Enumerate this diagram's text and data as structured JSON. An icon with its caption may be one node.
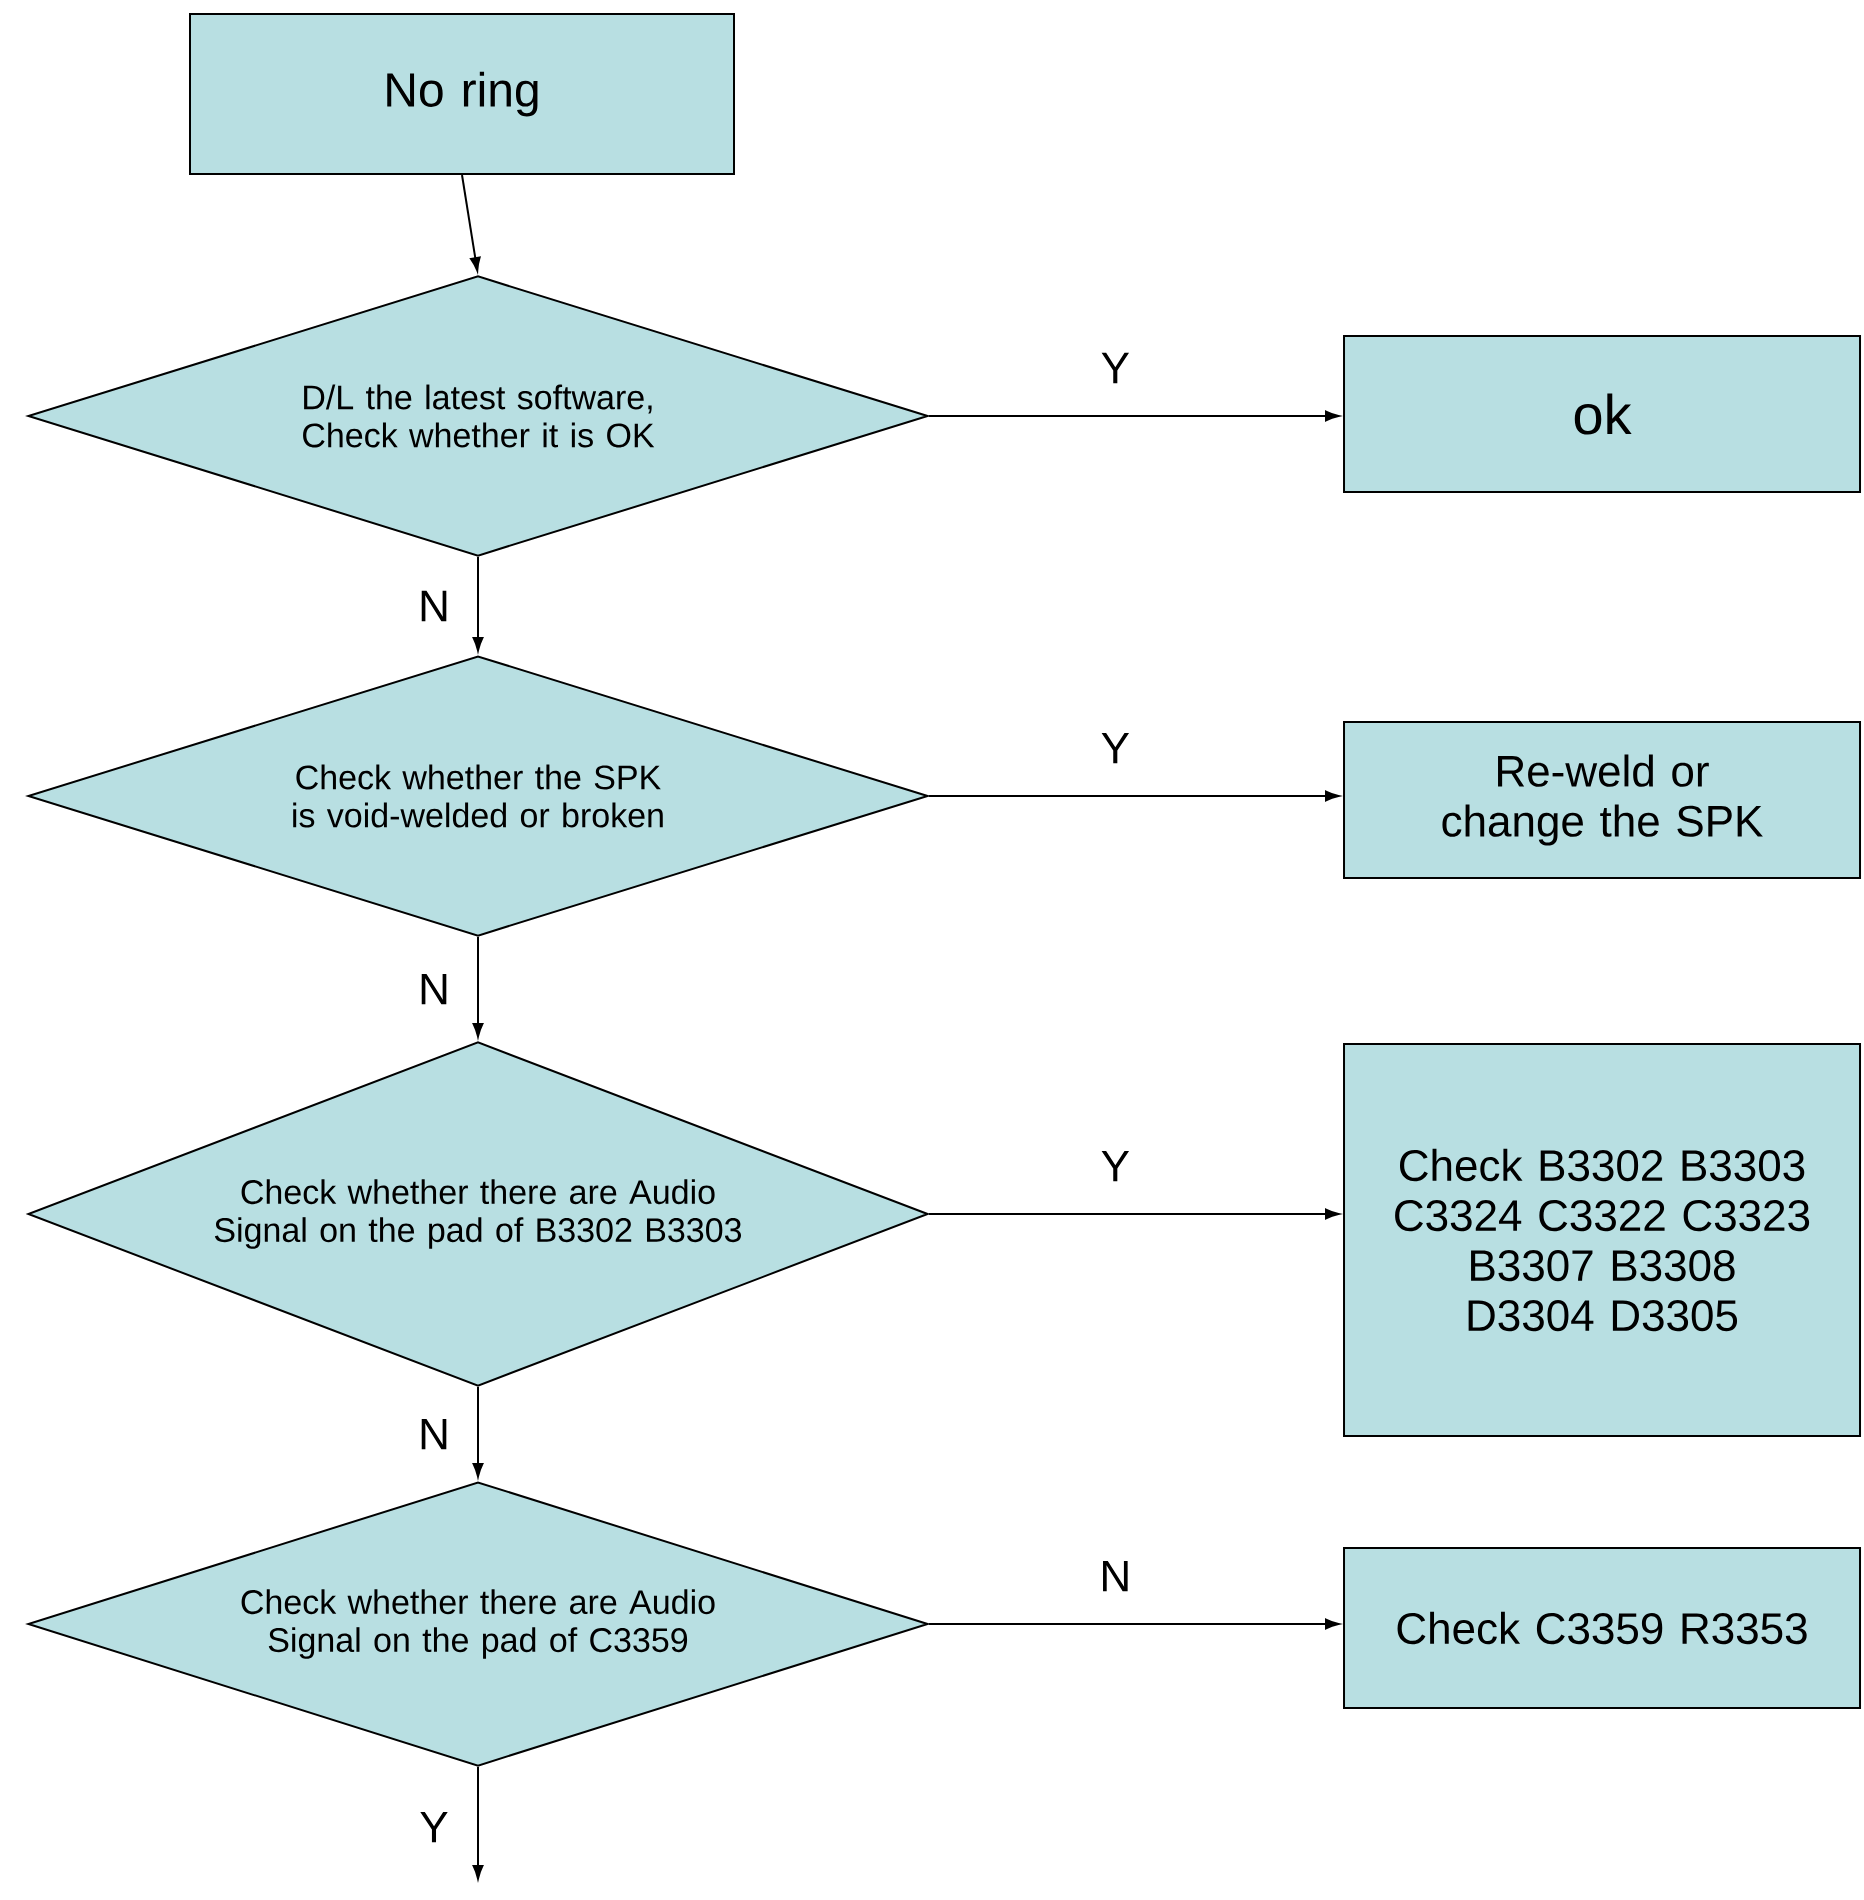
{
  "diagram": {
    "nodes": [
      {
        "text": [
          "No ring"
        ]
      },
      {
        "text": [
          "D/L the latest software, Check whether it is OK"
        ]
      },
      {
        "text": [
          "ok"
        ]
      },
      {
        "text": [
          "Check whether the SPK is void-welded or broken"
        ]
      },
      {
        "text": [
          "Re-weld or change the SPK"
        ]
      },
      {
        "text": [
          "Check whether there are Audio Signal on the pad of B3302 B3303"
        ]
      },
      {
        "text": [
          "Check B3302 B3303 C3324 C3322 C3323 B3307 B3308 D3304 D3305"
        ]
      },
      {
        "text": [
          "Check whether there are Audio Signal on the pad of C3359"
        ]
      },
      {
        "text": [
          "Check C3359 R3353"
        ]
      }
    ],
    "edges": [
      {
        "from": 0,
        "to": 1,
        "arrow": "to"
      },
      {
        "from": 1,
        "to": 2,
        "arrow": "to",
        "label": "Y"
      },
      {
        "from": 1,
        "to": 3,
        "arrow": "to",
        "label": "N"
      },
      {
        "from": 3,
        "to": 4,
        "arrow": "to",
        "label": "Y"
      },
      {
        "from": 3,
        "to": 5,
        "arrow": "to",
        "label": "N"
      },
      {
        "from": 5,
        "to": 6,
        "arrow": "to",
        "label": "Y"
      },
      {
        "from": 5,
        "to": 7,
        "arrow": "to",
        "label": "N"
      },
      {
        "from": 7,
        "to": 8,
        "arrow": "to",
        "label": "N"
      },
      {
        "from": 7,
        "to": null,
        "arrow": "to",
        "label": "Y"
      }
    ]
  }
}
